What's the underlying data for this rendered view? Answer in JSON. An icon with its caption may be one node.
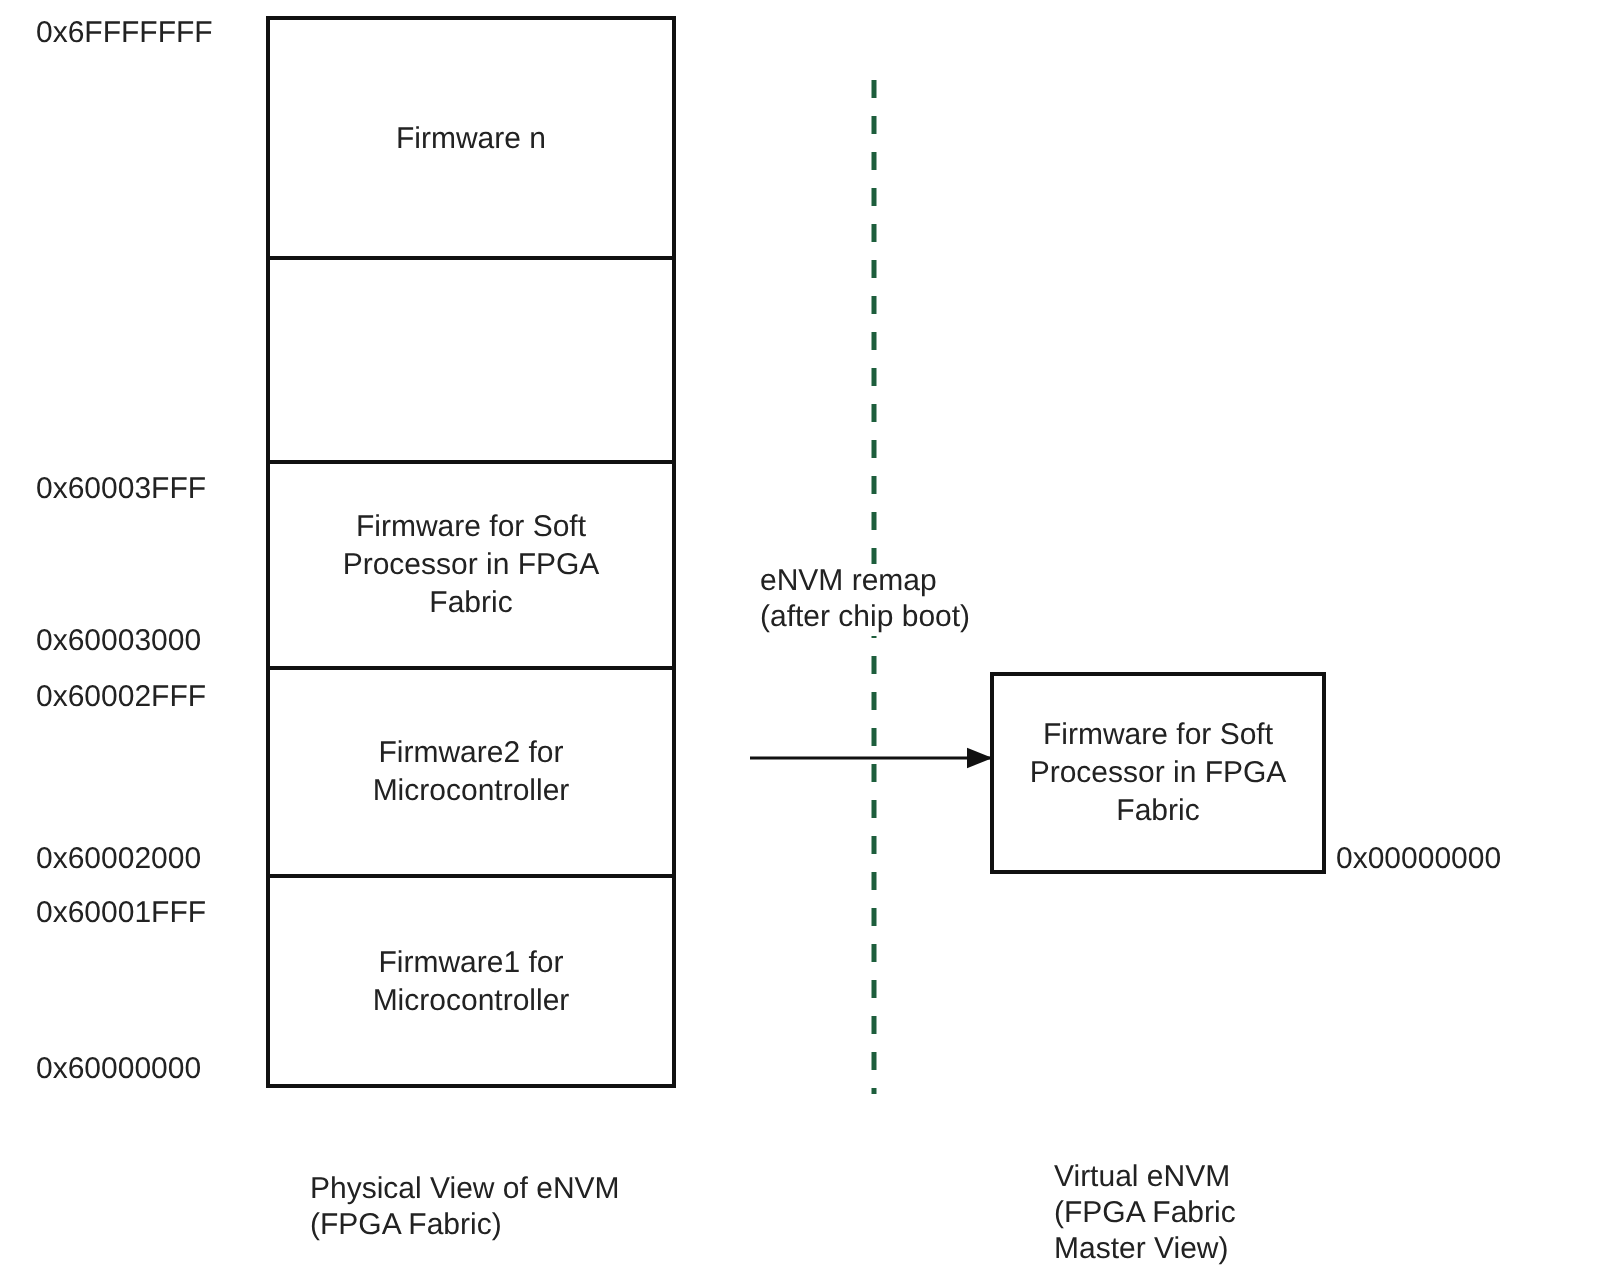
{
  "diagram": {
    "nodes": [
      {
        "text": [
          "Firmware n"
        ]
      },
      {
        "text": [],
        "shape": "box"
      },
      {
        "text": [
          "Firmware for Soft Processor in FPGA Fabric"
        ]
      },
      {
        "text": [
          "Firmware2 for Microcontroller"
        ]
      },
      {
        "text": [
          "Firmware1 for Microcontroller"
        ]
      },
      {
        "text": [
          "Firmware for Soft Processor in FPGA Fabric"
        ],
        "beside": [
          "0x00000000"
        ]
      }
    ],
    "edges": [
      {
        "from": null,
        "to": 5,
        "arrow": "to"
      }
    ],
    "labels": [
      "0x6FFFFFFF",
      "0x60003FFF",
      "eNVM remap (after chip boot)",
      "0x60003000",
      "0x60002FFF",
      "0x60002000",
      "0x60001FFF",
      "0x60000000",
      "Physical View of eNVM (FPGA Fabric)",
      "Virtual eNVM (FPGA Fabric Master View)"
    ]
  }
}
